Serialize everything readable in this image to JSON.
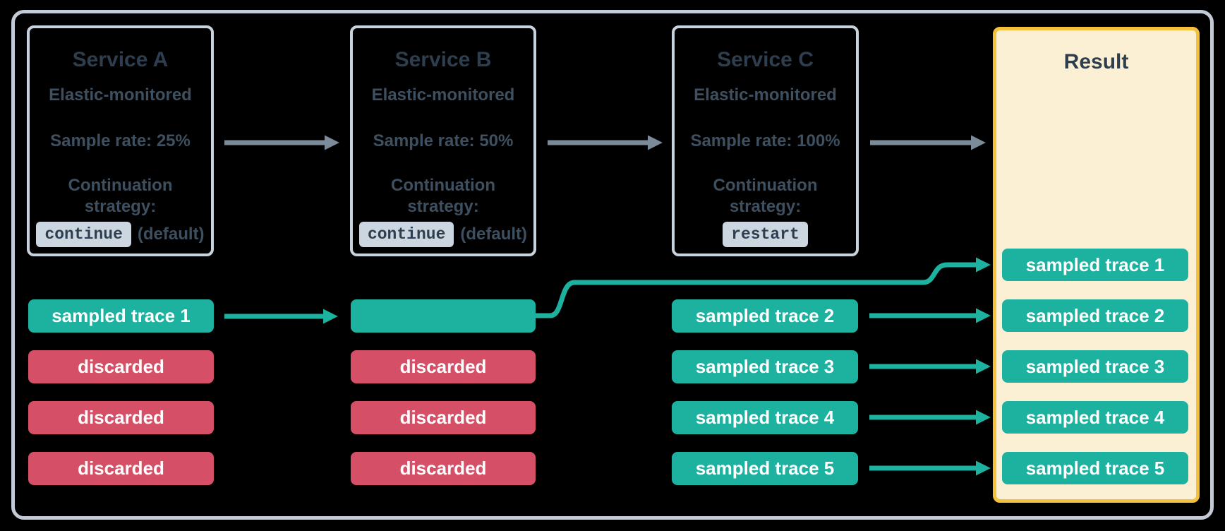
{
  "colors": {
    "background": "#000000",
    "outer_frame_border": "#c3ccd6",
    "service_box_border": "#c9d3dd",
    "title_text": "#2e3e4e",
    "body_text": "#3e5060",
    "badge_background": "#ccd6e0",
    "sampled_teal": "#1db1a0",
    "discarded_red": "#d55067",
    "result_border_gold": "#f5c13d",
    "result_background_cream": "#fbf0d3",
    "flow_arrow_gray": "#7b8b9a",
    "pill_text": "#ffffff"
  },
  "services": [
    {
      "title": "Service A",
      "monitored": "Elastic-monitored",
      "sample_rate": "Sample rate: 25%",
      "continuation_line1": "Continuation",
      "continuation_line2": "strategy:",
      "strategy_badge": "continue",
      "strategy_suffix": "(default)"
    },
    {
      "title": "Service B",
      "monitored": "Elastic-monitored",
      "sample_rate": "Sample rate: 50%",
      "continuation_line1": "Continuation",
      "continuation_line2": "strategy:",
      "strategy_badge": "continue",
      "strategy_suffix": "(default)"
    },
    {
      "title": "Service C",
      "monitored": "Elastic-monitored",
      "sample_rate": "Sample rate: 100%",
      "continuation_line1": "Continuation",
      "continuation_line2": "strategy:",
      "strategy_badge": "restart",
      "strategy_suffix": ""
    }
  ],
  "trace_rows": {
    "service_a": [
      "sampled trace 1",
      "discarded",
      "discarded",
      "discarded"
    ],
    "service_b": [
      "",
      "discarded",
      "discarded",
      "discarded"
    ],
    "service_c": [
      "sampled trace 2",
      "sampled trace 3",
      "sampled trace 4",
      "sampled trace 5"
    ]
  },
  "result": {
    "title": "Result",
    "pills": [
      "sampled trace 1",
      "sampled trace 2",
      "sampled trace 3",
      "sampled trace 4",
      "sampled trace 5"
    ]
  }
}
